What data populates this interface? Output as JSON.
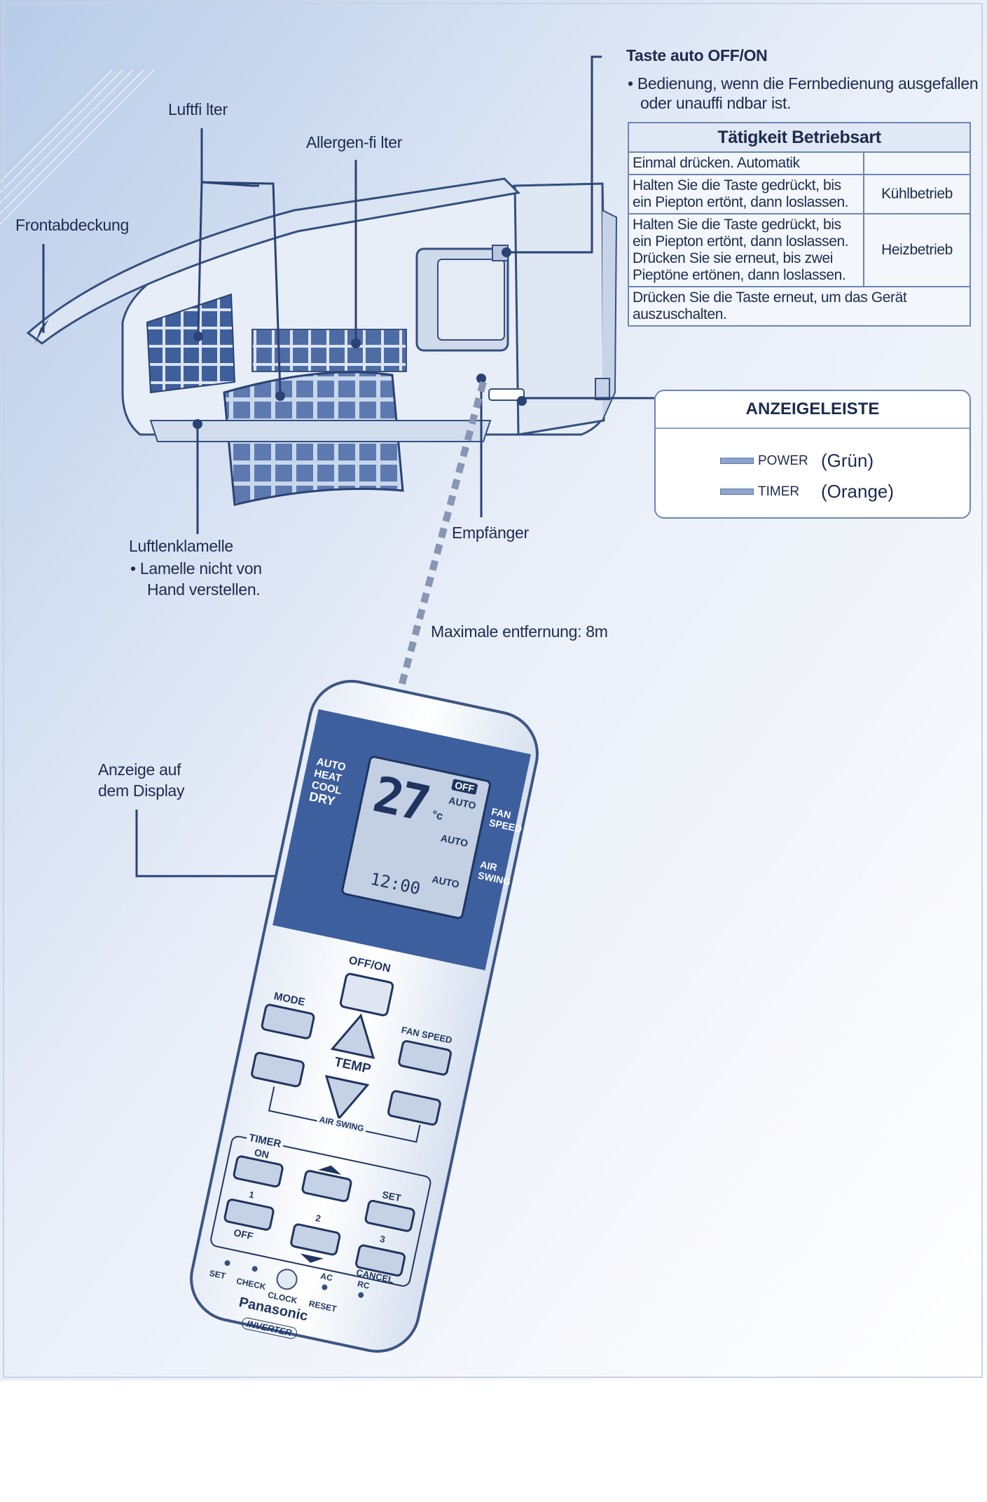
{
  "labels": {
    "luftfilter": "Luftfi lter",
    "allergen_filter": "Allergen-fi lter",
    "frontabdeckung": "Frontabdeckung",
    "luftlenklamelle": "Luftlenklamelle",
    "lamelle_note_1": "• Lamelle nicht von",
    "lamelle_note_2": "Hand verstellen.",
    "empfaenger": "Empfänger",
    "max_distance": "Maximale entfernung: 8m",
    "anzeige_line1": "Anzeige auf",
    "anzeige_line2": "dem Display"
  },
  "auto_button": {
    "title": "Taste auto OFF/ON",
    "note_line1": "• Bedienung, wenn die Fernbedienung ausgefallen",
    "note_line2": "oder unauffi ndbar ist."
  },
  "mode_table": {
    "header": "Tätigkeit Betriebsart",
    "rows": [
      {
        "action": "Einmal drücken. Automatik",
        "mode": ""
      },
      {
        "action": "Halten Sie die Taste gedrückt, bis ein Piepton ertönt, dann loslassen.",
        "mode": "Kühlbetrieb"
      },
      {
        "action": "Halten Sie die Taste gedrückt, bis ein Piepton ertönt, dann loslassen. Drücken Sie sie erneut, bis zwei Pieptöne ertönen, dann loslassen.",
        "mode": "Heizbetrieb"
      },
      {
        "action": "Drücken Sie die Taste erneut, um das Gerät auszuschalten.",
        "mode": ""
      }
    ]
  },
  "indicator_panel": {
    "title": "ANZEIGELEISTE",
    "items": [
      {
        "name": "POWER",
        "color": "(Grün)"
      },
      {
        "name": "TIMER",
        "color": "(Orange)"
      }
    ]
  },
  "remote": {
    "display": {
      "modes": [
        "AUTO",
        "HEAT",
        "COOL",
        "DRY"
      ],
      "temperature": "27",
      "unit": "°c",
      "off_badge": "OFF",
      "auto_1": "AUTO",
      "auto_2": "AUTO",
      "auto_3": "AUTO",
      "clock": "12:00",
      "fan_speed_1": "FAN",
      "fan_speed_2": "SPEED",
      "air_swing_1": "AIR",
      "air_swing_2": "SWING"
    },
    "buttons": {
      "offon": "OFF/ON",
      "mode": "MODE",
      "fan_speed": "FAN SPEED",
      "temp": "TEMP",
      "air_swing": "AIR SWING",
      "timer": "TIMER",
      "timer_on": "ON",
      "timer_off": "OFF",
      "num_1": "1",
      "num_2": "2",
      "num_3": "3",
      "set": "SET",
      "cancel": "CANCEL",
      "set_small": "SET",
      "check": "CHECK",
      "clock": "CLOCK",
      "ac": "AC",
      "reset": "RESET",
      "rc": "RC"
    },
    "brand": "Panasonic",
    "inverter": "INVERTER"
  },
  "colors": {
    "accent": "#3f62a8",
    "line": "#2a4374",
    "panel_border": "#6c86b5",
    "remote_blue": "#3d5f9e",
    "background_blue": "#c6d5ec"
  }
}
